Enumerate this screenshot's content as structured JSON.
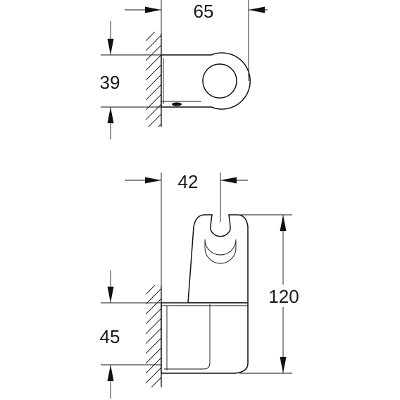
{
  "diagram": {
    "top_view": {
      "width_label": "65",
      "height_label": "39"
    },
    "side_view": {
      "offset_label": "42",
      "total_height_label": "120",
      "base_height_label": "45"
    },
    "line_color": "#111111",
    "background_color": "#ffffff"
  }
}
